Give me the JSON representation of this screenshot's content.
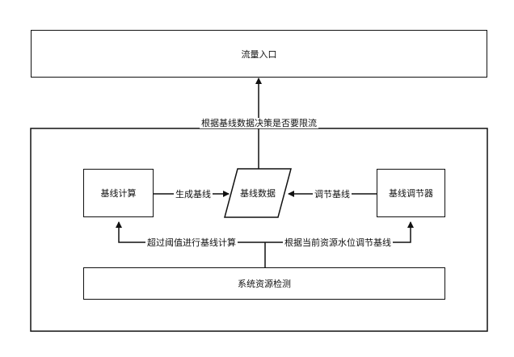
{
  "nodes": {
    "traffic_entry": "流量入口",
    "baseline_compute": "基线计算",
    "baseline_data": "基线数据",
    "baseline_adjuster": "基线调节器",
    "resource_monitor": "系统资源检测"
  },
  "edges": {
    "decide_throttle": "根据基线数据决策是否要限流",
    "generate_baseline": "生成基线",
    "adjust_baseline": "调节基线",
    "over_threshold": "超过阈值进行基线计算",
    "by_resource_level": "根据当前资源水位调节基线"
  }
}
